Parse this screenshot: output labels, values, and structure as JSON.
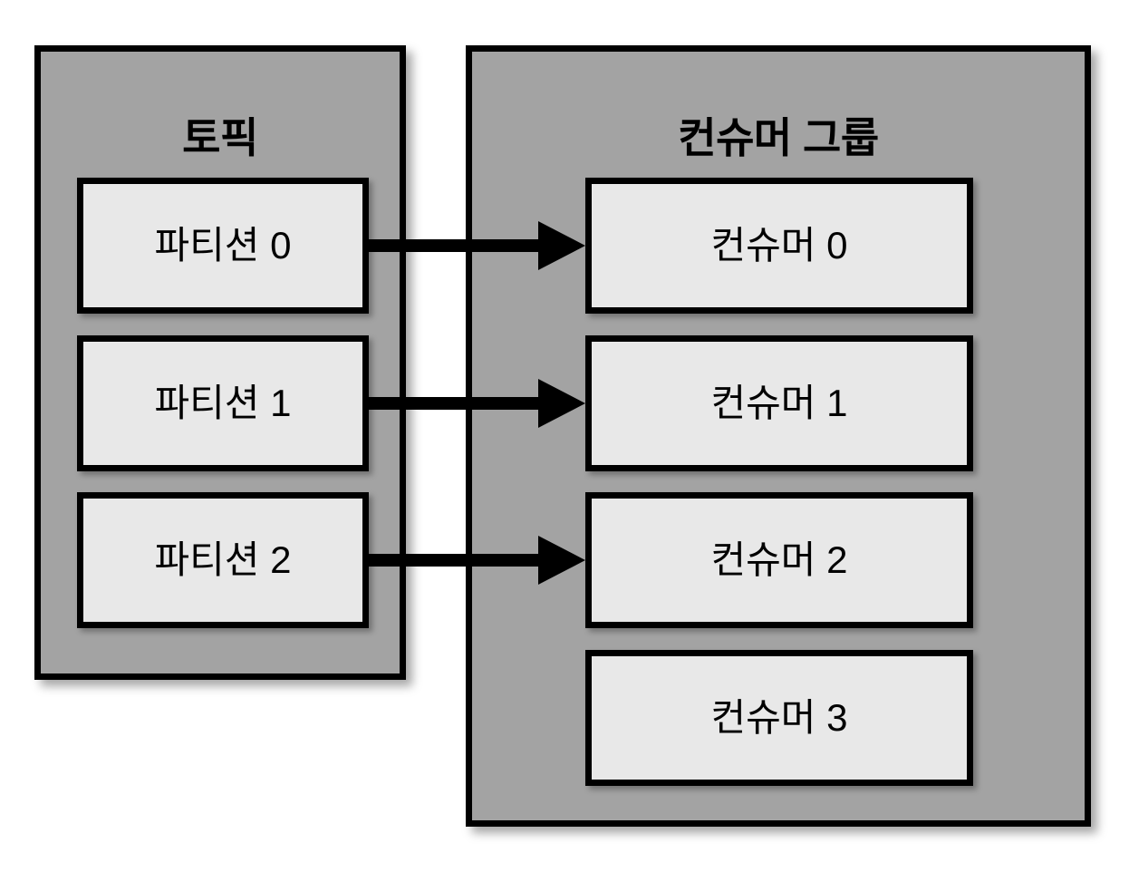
{
  "diagram": {
    "title": "Kafka topic partitions to consumer group assignment",
    "colors": {
      "container_fill": "#a3a3a3",
      "box_fill": "#e8e8e8",
      "stroke": "#000000",
      "page_background": "#ffffff"
    },
    "topic": {
      "title": "토픽",
      "partitions": [
        {
          "label": "파티션 0"
        },
        {
          "label": "파티션 1"
        },
        {
          "label": "파티션 2"
        }
      ]
    },
    "consumer_group": {
      "title": "컨슈머 그룹",
      "consumers": [
        {
          "label": "컨슈머 0"
        },
        {
          "label": "컨슈머 1"
        },
        {
          "label": "컨슈머 2"
        },
        {
          "label": "컨슈머 3"
        }
      ]
    },
    "connections": [
      {
        "from": "파티션 0",
        "to": "컨슈머 0"
      },
      {
        "from": "파티션 1",
        "to": "컨슈머 1"
      },
      {
        "from": "파티션 2",
        "to": "컨슈머 2"
      }
    ]
  }
}
